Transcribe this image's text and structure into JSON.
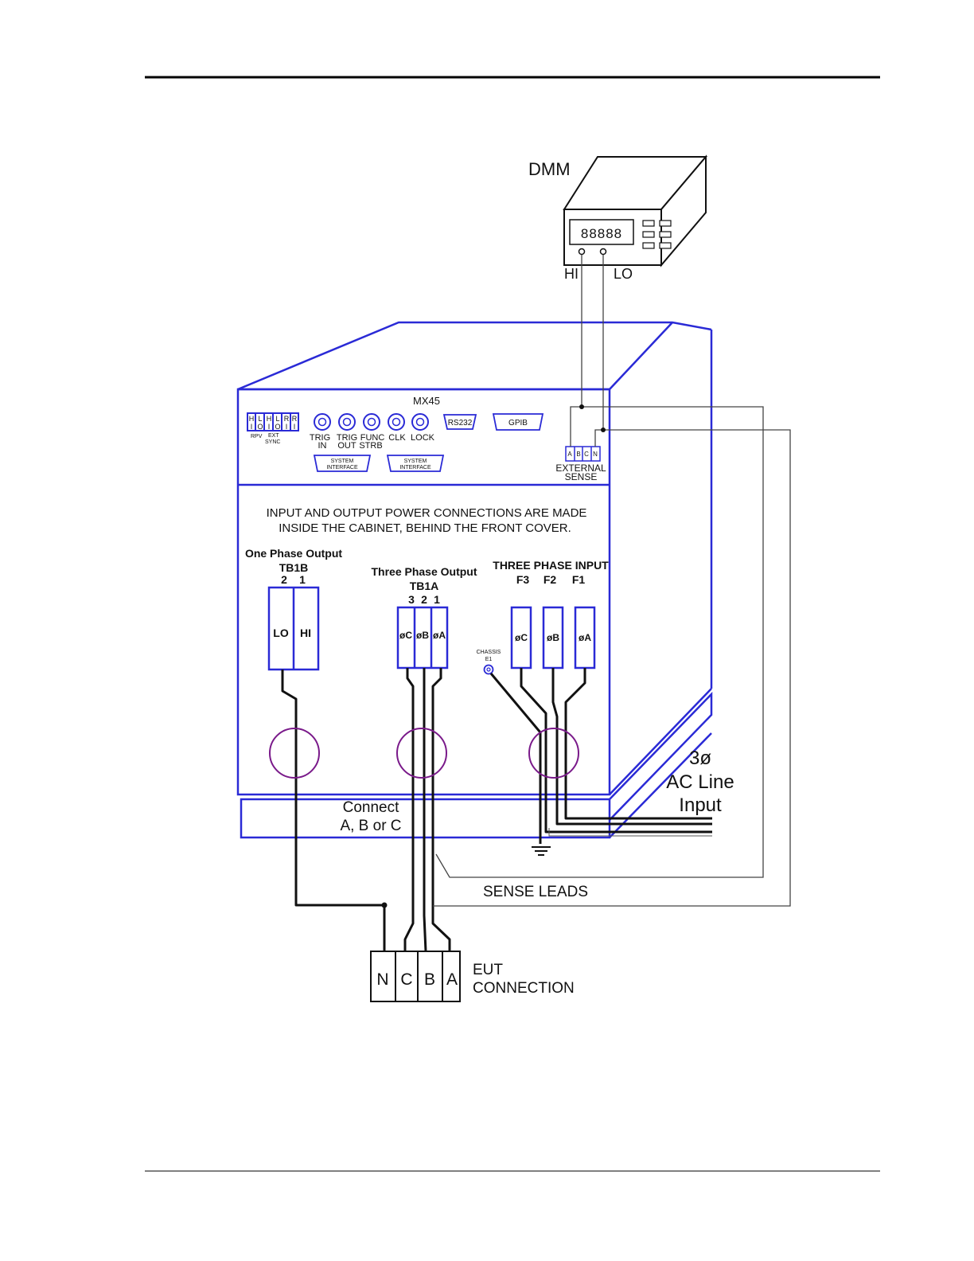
{
  "dmm": {
    "title": "DMM",
    "display": "88888",
    "hi_label": "HI",
    "lo_label": "LO"
  },
  "panel": {
    "model": "MX45",
    "io_labels": [
      "H",
      "L",
      "H",
      "L",
      "R",
      "R"
    ],
    "io_values": [
      "I",
      "O",
      "I",
      "O",
      "I",
      "I"
    ],
    "rpv_label": "RPV",
    "ext_sync_label_1": "EXT",
    "ext_sync_label_2": "SYNC",
    "bnc_labels_1": [
      "TRIG",
      "TRIG",
      "FUNC",
      "CLK",
      "LOCK"
    ],
    "bnc_labels_2": [
      "IN",
      "OUT",
      "STRB"
    ],
    "rs232": "RS232",
    "gpib": "GPIB",
    "sys_interface_1": "SYSTEM",
    "sys_interface_2": "INTERFACE",
    "ext_sense_terminals": [
      "A",
      "B",
      "C",
      "N"
    ],
    "ext_sense_label_1": "EXTERNAL",
    "ext_sense_label_2": "SENSE"
  },
  "notice": {
    "line1": "INPUT AND OUTPUT POWER CONNECTIONS ARE MADE",
    "line2": "INSIDE THE CABINET, BEHIND THE FRONT COVER."
  },
  "tb1b": {
    "title": "One Phase Output",
    "name": "TB1B",
    "numbers": [
      "2",
      "1"
    ],
    "terminals": [
      "LO",
      "HI"
    ]
  },
  "tb1a": {
    "title": "Three Phase Output",
    "name": "TB1A",
    "numbers": [
      "3",
      "2",
      "1"
    ],
    "terminals": [
      "øC",
      "øB",
      "øA"
    ]
  },
  "input": {
    "title": "THREE PHASE INPUT",
    "numbers": [
      "F3",
      "F2",
      "F1"
    ],
    "terminals": [
      "øC",
      "øB",
      "øA"
    ],
    "chassis_1": "CHASSIS",
    "chassis_2": "E1"
  },
  "connect": {
    "line1": "Connect",
    "line2": "A, B or C"
  },
  "ac_line": {
    "line1": "3ø",
    "line2": "AC Line",
    "line3": "Input"
  },
  "sense_leads": "SENSE LEADS",
  "eut": {
    "terminals": [
      "N",
      "C",
      "B",
      "A"
    ],
    "line1": "EUT",
    "line2": "CONNECTION"
  },
  "colors": {
    "cabinet": "#2a2ad6",
    "ferrite": "#7a1a8a",
    "wire": "#111111",
    "sense_wire": "#444444"
  }
}
